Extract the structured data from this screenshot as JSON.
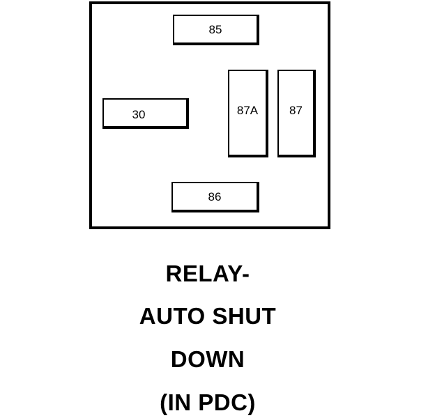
{
  "relay": {
    "terminals": {
      "t85": "85",
      "t30": "30",
      "t87a": "87A",
      "t87": "87",
      "t86": "86"
    }
  },
  "caption": {
    "line1": "RELAY-",
    "line2": "AUTO SHUT",
    "line3": "DOWN",
    "line4": "(IN PDC)"
  },
  "colors": {
    "line": "#000000",
    "background": "#ffffff"
  }
}
